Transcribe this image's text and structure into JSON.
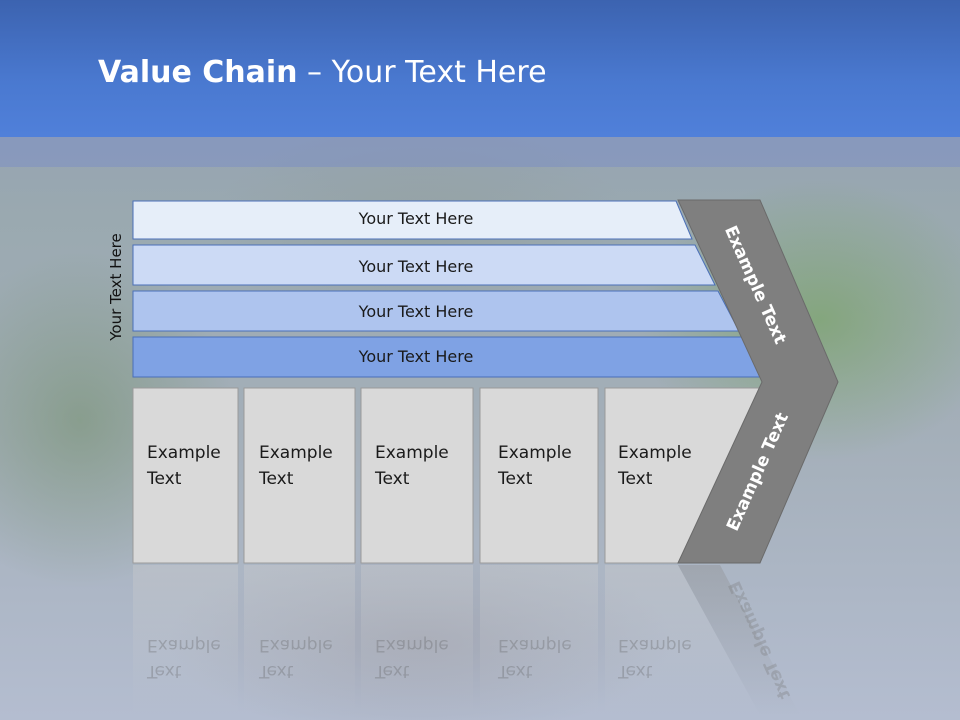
{
  "title": {
    "bold": "Value Chain",
    "rest": " – Your Text Here"
  },
  "side_label": "Your Text Here",
  "rows": [
    {
      "label": "Your Text Here",
      "color": "#e6eef9"
    },
    {
      "label": "Your Text Here",
      "color": "#ccdaf5"
    },
    {
      "label": "Your Text Here",
      "color": "#aec4ee"
    },
    {
      "label": "Your Text Here",
      "color": "#7fa2e4"
    }
  ],
  "boxes": [
    {
      "line1": "Example",
      "line2": "Text"
    },
    {
      "line1": "Example",
      "line2": "Text"
    },
    {
      "line1": "Example",
      "line2": "Text"
    },
    {
      "line1": "Example",
      "line2": "Text"
    },
    {
      "line1": "Example",
      "line2": "Text"
    }
  ],
  "chevron": {
    "top_label": "Example Text",
    "bottom_label": "Example Text",
    "color": "#7f7f7f"
  },
  "colors": {
    "header": "#4a79d0",
    "box_fill": "#d9d9d9"
  }
}
